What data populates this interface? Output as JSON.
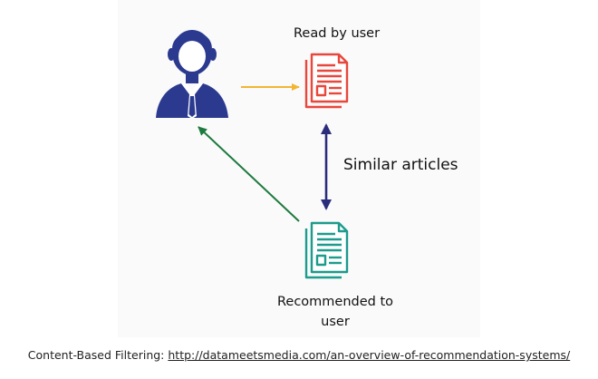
{
  "diagram": {
    "read_label": "Read by user",
    "similar_label": "Similar articles",
    "recommended_label": "Recommended to user"
  },
  "caption": {
    "prefix": "Content-Based Filtering: ",
    "link_text": "http://datameetsmedia.com/an-overview-of-recommendation-systems/"
  },
  "icons": {
    "user": "user-icon",
    "read_document": "document-icon",
    "recommended_document": "document-icon"
  },
  "colors": {
    "user": "#2b3a8f",
    "read_document": "#e8473c",
    "recommended_document": "#1d9b8c",
    "arrow_read": "#f2b632",
    "arrow_similar": "#2a2d7c",
    "arrow_recommend": "#1e7a3f"
  }
}
